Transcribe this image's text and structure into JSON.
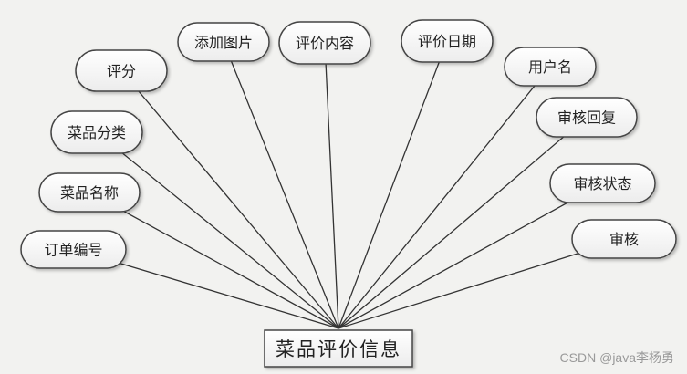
{
  "entity": {
    "name": "菜品评价信息"
  },
  "attributes": [
    {
      "label": "评分"
    },
    {
      "label": "添加图片"
    },
    {
      "label": "评价内容"
    },
    {
      "label": "评价日期"
    },
    {
      "label": "用户名"
    },
    {
      "label": "审核回复"
    },
    {
      "label": "审核状态"
    },
    {
      "label": "审核"
    },
    {
      "label": "菜品分类"
    },
    {
      "label": "菜品名称"
    },
    {
      "label": "订单编号"
    }
  ],
  "watermark": "CSDN @java李杨勇"
}
